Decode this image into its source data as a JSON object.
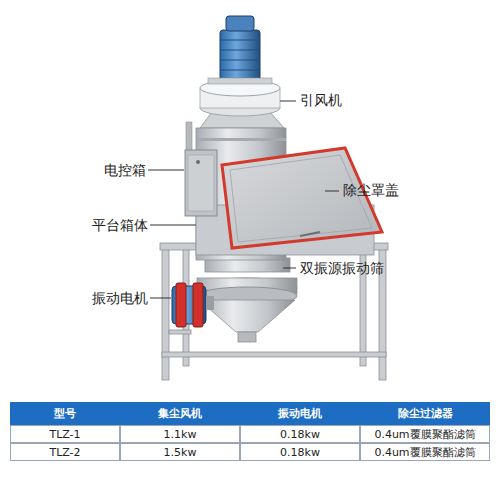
{
  "diagram": {
    "labels": [
      "引风机",
      "电控箱",
      "除尘罩盖",
      "平台箱体",
      "双振源振动筛",
      "振动电机",
      "型号",
      "集尘风机",
      "振动电机",
      "除尘过滤器",
      "TLZ-1",
      "1.1kw",
      "0.18kw",
      "0.4um覆膜聚酯滤筒",
      "TLZ-2",
      "1.5kw",
      "0.18kw",
      "0.4um覆膜聚酯滤筒"
    ]
  }
}
